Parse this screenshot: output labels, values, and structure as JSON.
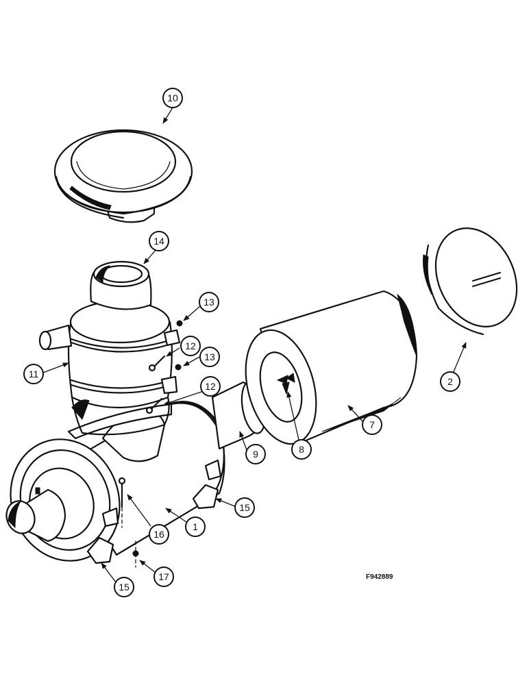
{
  "drawing_code": "F942889",
  "callouts": [
    {
      "label": "10"
    },
    {
      "label": "14"
    },
    {
      "label": "13"
    },
    {
      "label": "12"
    },
    {
      "label": "13"
    },
    {
      "label": "12"
    },
    {
      "label": "11"
    },
    {
      "label": "2"
    },
    {
      "label": "7"
    },
    {
      "label": "8"
    },
    {
      "label": "9"
    },
    {
      "label": "15"
    },
    {
      "label": "16"
    },
    {
      "label": "1"
    },
    {
      "label": "17"
    },
    {
      "label": "15"
    }
  ]
}
